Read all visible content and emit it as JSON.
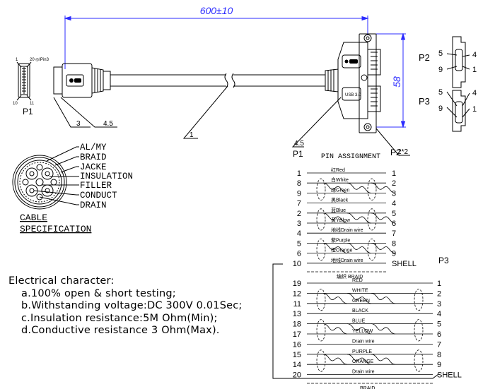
{
  "dimensions": {
    "length": "600±10",
    "height": "58",
    "d1": "3",
    "d2": "4.5",
    "d3": "4.5",
    "d4": "2*2",
    "cable_no": "1"
  },
  "p1_label": "P1",
  "p1_pin_top": "1",
  "p1_pin_top_right": "20",
  "p1_pin_top_right_note": "◎IPin3",
  "p1_pin_bottom_left": "10",
  "p1_pin_bottom_right": "11",
  "usb_label": "USB 3.0",
  "port_labels": {
    "p2": "P2",
    "p3": "P3"
  },
  "port_pins": {
    "top_left": "5",
    "top_right": "4",
    "bottom_left": "9",
    "bottom_right": "1"
  },
  "cable_spec": {
    "layers": [
      "AL/MY",
      "BRAID",
      "JACKE",
      "INSULATION",
      "FILLER",
      "CONDUCT",
      "DRAIN"
    ],
    "title1": "CABLE",
    "title2": "SPECIFICATION"
  },
  "pin_assignment": {
    "title": "PIN ASSIGNMENT",
    "p1": "P1",
    "p2": "P2",
    "p3": "P3",
    "shell": "SHELL",
    "p2_rows": [
      {
        "left": "1",
        "label": "红Red",
        "right": "1"
      },
      {
        "left": "8",
        "label": "白White",
        "right": "2"
      },
      {
        "left": "9",
        "label": "绿Green",
        "right": "3"
      },
      {
        "left": "7",
        "label": "黑Black",
        "right": "4"
      },
      {
        "left": "2",
        "label": "蓝Blue",
        "right": "5"
      },
      {
        "left": "3",
        "label": "黄Yellow",
        "right": "6"
      },
      {
        "left": "4",
        "label": "地线Drain wire",
        "right": "7"
      },
      {
        "left": "5",
        "label": "紫Purple",
        "right": "8"
      },
      {
        "left": "6",
        "label": "橙Orange",
        "right": "9"
      },
      {
        "left": "10",
        "label": "地线Drain wire",
        "right": "SHELL"
      }
    ],
    "p2_braid": "编织 BRAID",
    "p3_rows": [
      {
        "left": "19",
        "label": "RED",
        "right": "1"
      },
      {
        "left": "12",
        "label": "WHITE",
        "right": "2"
      },
      {
        "left": "11",
        "label": "GREEN",
        "right": "3"
      },
      {
        "left": "13",
        "label": "BLACK",
        "right": "4"
      },
      {
        "left": "18",
        "label": "BLUE",
        "right": "5"
      },
      {
        "left": "17",
        "label": "YELLOW",
        "right": "6"
      },
      {
        "left": "16",
        "label": "Drain wire",
        "right": "7"
      },
      {
        "left": "15",
        "label": "PURPLE",
        "right": "8"
      },
      {
        "left": "14",
        "label": "ORANGE",
        "right": "9"
      },
      {
        "left": "20",
        "label": "Drain wire",
        "right": "SHELL"
      }
    ],
    "p3_braid": "BRAID"
  },
  "electrical": {
    "title": "Electrical character:",
    "lines": [
      "a.100% open & short testing;",
      "b.Withstanding voltage:DC 300V 0.01Sec;",
      "c.Insulation resistance:5M Ohm(Min);",
      "d.Conductive resistance 3 Ohm(Max)."
    ]
  }
}
